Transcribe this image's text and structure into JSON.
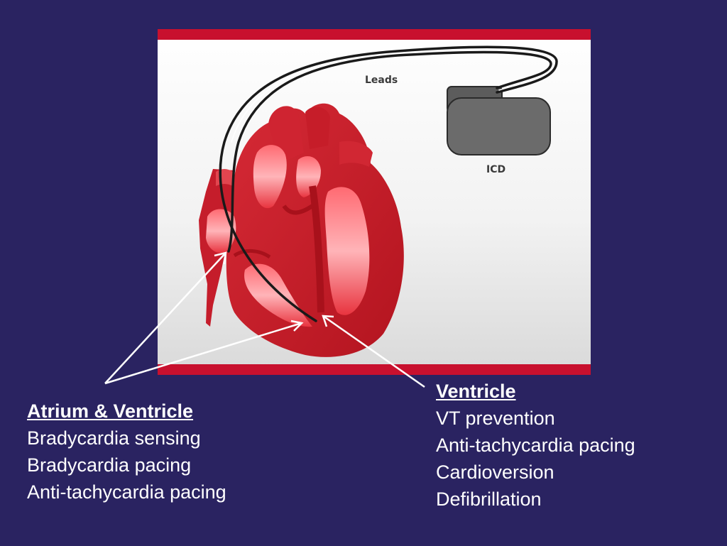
{
  "diagram": {
    "leads_label": "Leads",
    "device_label": "ICD"
  },
  "left_panel": {
    "heading": "Atrium & Ventricle",
    "lines": [
      "Bradycardia sensing",
      "Bradycardia pacing",
      "Anti-tachycardia pacing"
    ]
  },
  "right_panel": {
    "heading": "Ventricle",
    "lines": [
      "VT prevention",
      "Anti-tachycardia pacing",
      "Cardioversion",
      "Defibrillation"
    ]
  },
  "colors": {
    "background": "#2a2361",
    "frame_border": "#c8102e",
    "heart": "#c81e2c",
    "device": "#666666"
  }
}
